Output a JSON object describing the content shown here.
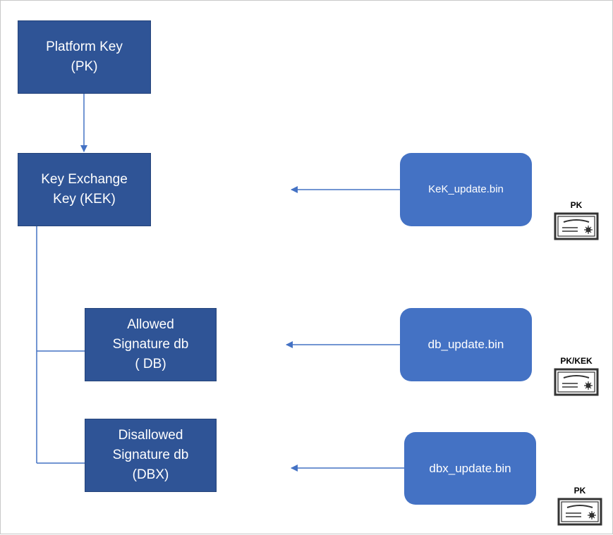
{
  "keys": {
    "pk": {
      "line1": "Platform Key",
      "line2": "(PK)"
    },
    "kek": {
      "line1": "Key Exchange",
      "line2": "Key (KEK)"
    },
    "db": {
      "line1": "Allowed",
      "line2": "Signature db",
      "line3": "( DB)"
    },
    "dbx": {
      "line1": "Disallowed",
      "line2": "Signature db",
      "line3": "(DBX)"
    }
  },
  "updates": {
    "kek": {
      "label": "KeK_update.bin",
      "signer": "PK",
      "signer_icon": "certificate-icon"
    },
    "db": {
      "label": "db_update.bin",
      "signer": "PK/KEK",
      "signer_icon": "certificate-icon"
    },
    "dbx": {
      "label": "dbx_update.bin",
      "signer": "PK",
      "signer_icon": "certificate-icon"
    }
  },
  "colors": {
    "key_box": "#2f5496",
    "update_box": "#4472c4",
    "connector": "#4472c4",
    "certificate": "#333333"
  }
}
